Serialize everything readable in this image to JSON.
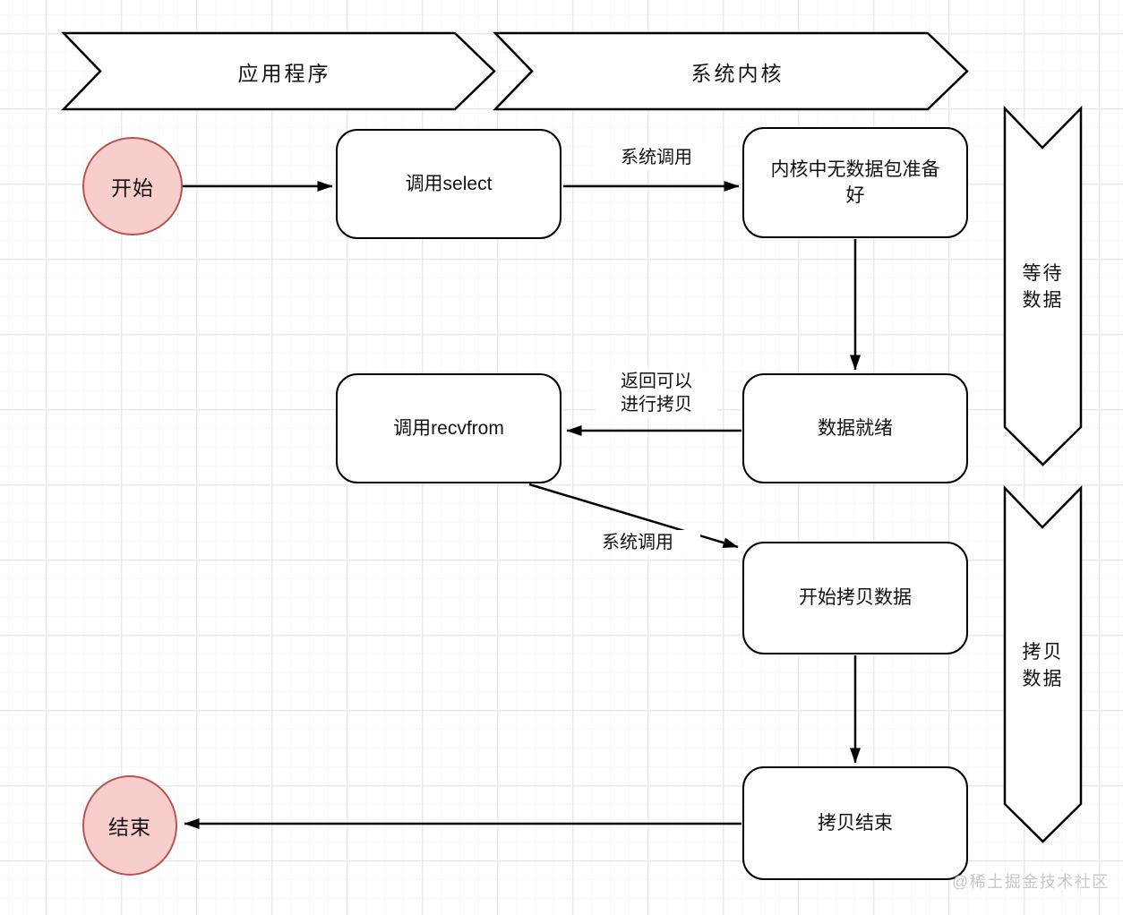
{
  "banners": {
    "application": "应用程序",
    "kernel": "系统内核"
  },
  "nodes": {
    "start": "开始",
    "call_select": "调用select",
    "no_packet": "内核中无数据包准备好",
    "call_recvfrom": "调用recvfrom",
    "data_ready": "数据就绪",
    "start_copy": "开始拷贝数据",
    "copy_done": "拷贝结束",
    "end": "结束"
  },
  "edge_labels": {
    "syscall_select": "系统调用",
    "return_line1": "返回可以",
    "return_line2": "进行拷贝",
    "syscall_recvfrom": "系统调用"
  },
  "phases": {
    "wait": {
      "line1": "等待",
      "line2": "数据"
    },
    "copy": {
      "line1": "拷贝",
      "line2": "数据"
    }
  },
  "watermark": "@稀土掘金技术社区",
  "colors": {
    "terminal_fill": "#f8cecc",
    "terminal_stroke": "#b85450",
    "shape_stroke": "#000000",
    "grid_major": "#e9e9e9",
    "grid_minor": "#f7f7f7",
    "watermark_text": "#c8c8c8"
  }
}
